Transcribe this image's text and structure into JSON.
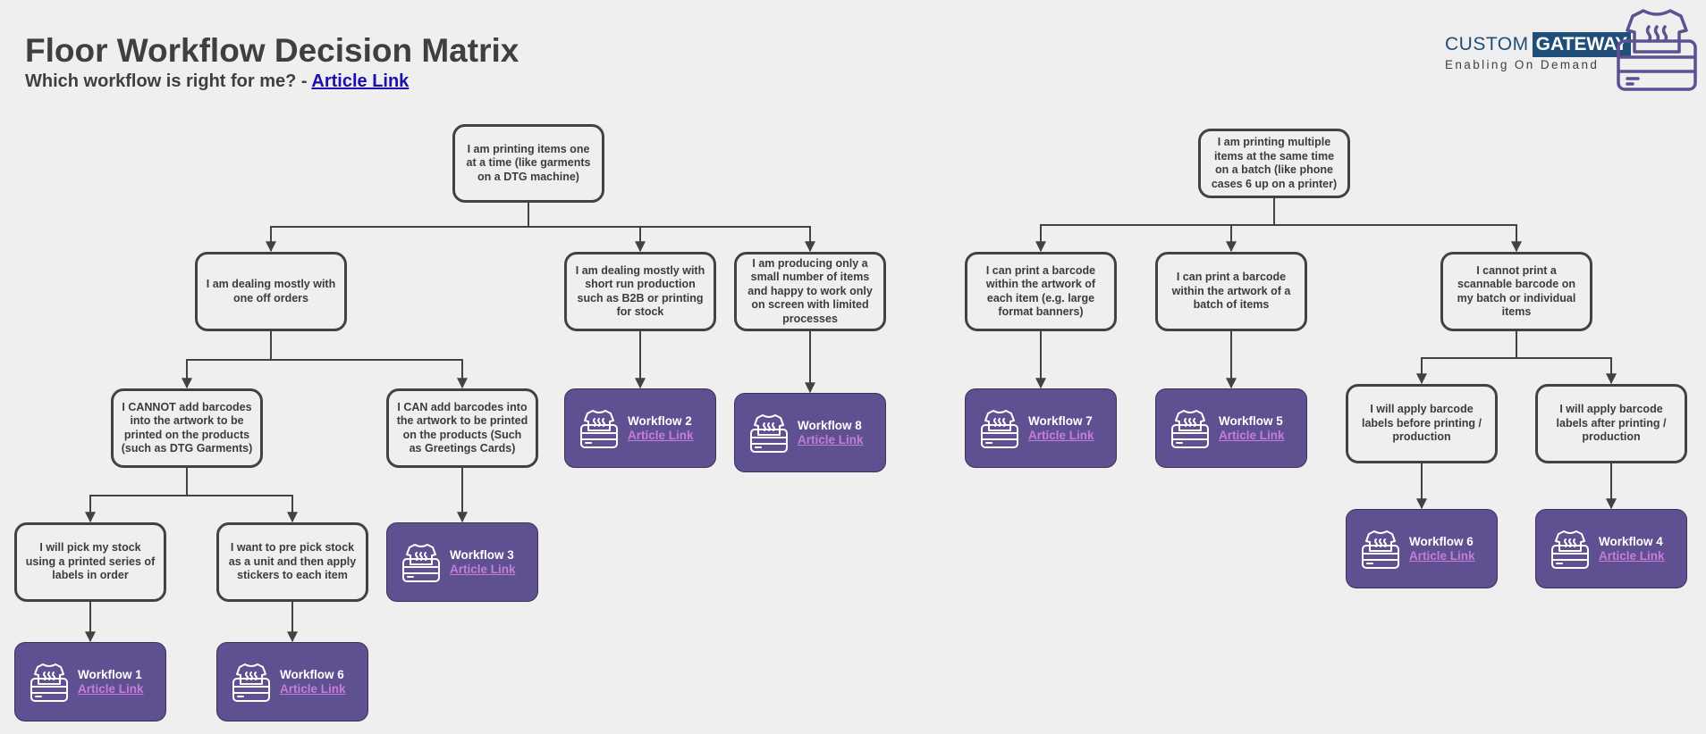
{
  "header": {
    "title": "Floor Workflow Decision Matrix",
    "subtitle": "Which workflow is right for me? -",
    "subtitle_link": "Article Link"
  },
  "logo": {
    "brand_a": "CUSTOM",
    "brand_b": "GATEWAY",
    "tagline": "Enabling On Demand",
    "icon": "printer-tshirt-icon"
  },
  "colors": {
    "workflow_fill": "#5e5091",
    "workflow_link": "#c77dd6",
    "question_border": "#424242",
    "background": "#efefef",
    "logo_blue": "#1f4e79"
  },
  "nodes": {
    "q_single": "I am printing items one at a time (like garments on a DTG machine)",
    "q_batch": "I am printing multiple items at the same time on a batch (like phone cases 6 up on a printer)",
    "q_oneoff": "I am dealing mostly with one off orders",
    "q_shortrun": "I am dealing mostly with short run production such as B2B or printing for stock",
    "q_small": "I am producing only a small number of items and happy to work only on screen with limited processes",
    "q_cannot_add": "I CANNOT add barcodes into the artwork to be printed on the products (such as DTG Garments)",
    "q_can_add": "I CAN add barcodes into the artwork to be printed on the products (Such as Greetings Cards)",
    "q_pick_labels": "I will pick my stock using a printed series of labels in order",
    "q_prepick": "I want to pre pick stock as a unit and then apply stickers to each item",
    "q_barcode_item": "I can print a barcode within the artwork of each item (e.g. large format banners)",
    "q_barcode_batch": "I can print a barcode within the artwork of a batch of items",
    "q_no_barcode": "I cannot print a scannable barcode on my batch or individual items",
    "q_before": "I will apply barcode labels before printing / production",
    "q_after": "I will apply barcode labels after printing / production"
  },
  "workflows": {
    "wf1": {
      "name": "Workflow 1",
      "link": "Article Link"
    },
    "wf6a": {
      "name": "Workflow 6",
      "link": "Article Link"
    },
    "wf3": {
      "name": "Workflow 3",
      "link": "Article Link"
    },
    "wf2": {
      "name": "Workflow 2",
      "link": "Article Link"
    },
    "wf8": {
      "name": "Workflow 8",
      "link": "Article Link"
    },
    "wf7": {
      "name": "Workflow 7",
      "link": "Article Link"
    },
    "wf5": {
      "name": "Workflow 5",
      "link": "Article Link"
    },
    "wf6b": {
      "name": "Workflow 6",
      "link": "Article Link"
    },
    "wf4": {
      "name": "Workflow 4",
      "link": "Article Link"
    }
  }
}
